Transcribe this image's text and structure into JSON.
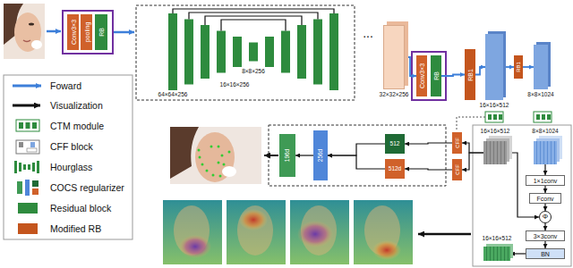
{
  "diagram": {
    "nodes": [
      {
        "text": [
          "Conv3×3"
        ]
      },
      {
        "text": [
          "pooling"
        ]
      },
      {
        "text": [
          "RB"
        ]
      },
      {
        "text": [
          "32×32×256"
        ]
      },
      {
        "text": [
          "Conv3×3"
        ]
      },
      {
        "text": [
          "RB"
        ]
      },
      {
        "text": [
          "RB1"
        ]
      },
      {
        "text": [
          "16×16×512"
        ]
      },
      {
        "text": [
          "RB1"
        ]
      },
      {
        "text": [
          "8×8×1024"
        ]
      },
      {
        "text": [
          "CFF"
        ]
      },
      {
        "text": [
          "CFF"
        ]
      },
      {
        "text": [
          "16×16×512"
        ]
      },
      {
        "text": [
          "8×8×1024"
        ]
      },
      {
        "text": [
          "1×1conv"
        ]
      },
      {
        "text": [
          "Fconv"
        ]
      },
      {
        "text": [
          "Φ"
        ]
      },
      {
        "text": [
          "3×3conv"
        ]
      },
      {
        "text": [
          "BN"
        ]
      },
      {
        "text": [
          "16×16×512"
        ]
      },
      {
        "text": [
          "196d"
        ]
      },
      {
        "text": [
          "256d"
        ]
      },
      {
        "text": [
          "512"
        ]
      },
      {
        "text": [
          "512d"
        ]
      }
    ],
    "edges": [
      {
        "from": 3,
        "to": 4,
        "arrow": "to"
      },
      {
        "from": 5,
        "to": 6,
        "arrow": "to"
      },
      {
        "from": 6,
        "to": 7,
        "arrow": "to"
      },
      {
        "from": 7,
        "to": 8,
        "arrow": "to"
      },
      {
        "from": 8,
        "to": 9,
        "arrow": "to"
      },
      {
        "from": 13,
        "to": 14,
        "arrow": "to"
      },
      {
        "from": 14,
        "to": 15,
        "arrow": "to"
      },
      {
        "from": 15,
        "to": 16,
        "arrow": "to"
      },
      {
        "from": 12,
        "to": 16,
        "arrow": "to"
      },
      {
        "from": 16,
        "to": 17,
        "arrow": "to"
      },
      {
        "from": 17,
        "to": 18,
        "arrow": "to"
      },
      {
        "from": 18,
        "to": 19,
        "arrow": "to"
      },
      {
        "from": 12,
        "to": 10,
        "arrow": "to"
      },
      {
        "from": 12,
        "to": 11,
        "arrow": "to"
      },
      {
        "from": 10,
        "to": 22,
        "arrow": "to"
      },
      {
        "from": 11,
        "to": 23,
        "arrow": "to"
      },
      {
        "from": 22,
        "to": 21,
        "arrow": "to"
      },
      {
        "from": 23,
        "to": 21,
        "arrow": "to"
      },
      {
        "from": 21,
        "to": 20,
        "arrow": "to"
      }
    ],
    "labels": [
      "64×64×256",
      "16×16×256",
      "8×8×256",
      "..."
    ],
    "legend": [
      {
        "text": "Foward"
      },
      {
        "text": "Visualization"
      },
      {
        "text": "CTM module"
      },
      {
        "text": "CFF block"
      },
      {
        "text": "Hourglass"
      },
      {
        "text": "COCS regularizer"
      },
      {
        "text": "Residual block",
        "color": "#2e8b3e"
      },
      {
        "text": "Modified RB",
        "color": "#c4551d"
      }
    ]
  }
}
